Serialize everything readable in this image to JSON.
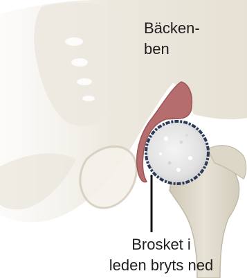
{
  "labels": {
    "pelvis_line1": "Bäcken-",
    "pelvis_line2": "ben",
    "cartilage_line1": "Brosket i",
    "cartilage_line2": "leden bryts ned"
  },
  "colors": {
    "bone": "#e6e1d4",
    "bone_shadow": "#cfc8b8",
    "pelvis_fade": "#f2eee6",
    "cartilage": "#b66d6d",
    "femoral_head": "#eaeaea",
    "femoral_head_rim": "#2c3a5a",
    "pointer_line": "#111111"
  }
}
